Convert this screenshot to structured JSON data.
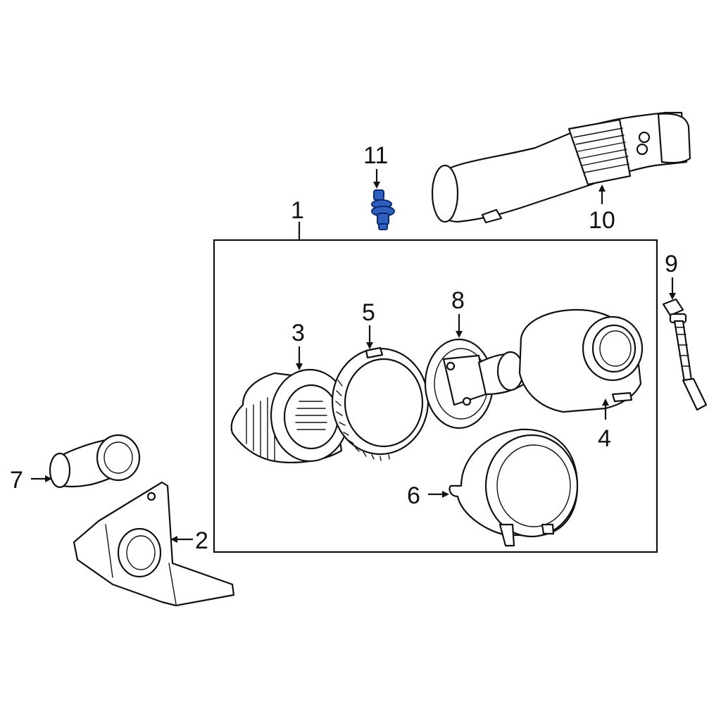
{
  "diagram": {
    "callouts": {
      "c1": "1",
      "c2": "2",
      "c3": "3",
      "c4": "4",
      "c5": "5",
      "c6": "6",
      "c7": "7",
      "c8": "8",
      "c9": "9",
      "c10": "10",
      "c11": "11"
    },
    "highlight_color": "#2f5fbf",
    "highlighted_part": "11"
  }
}
